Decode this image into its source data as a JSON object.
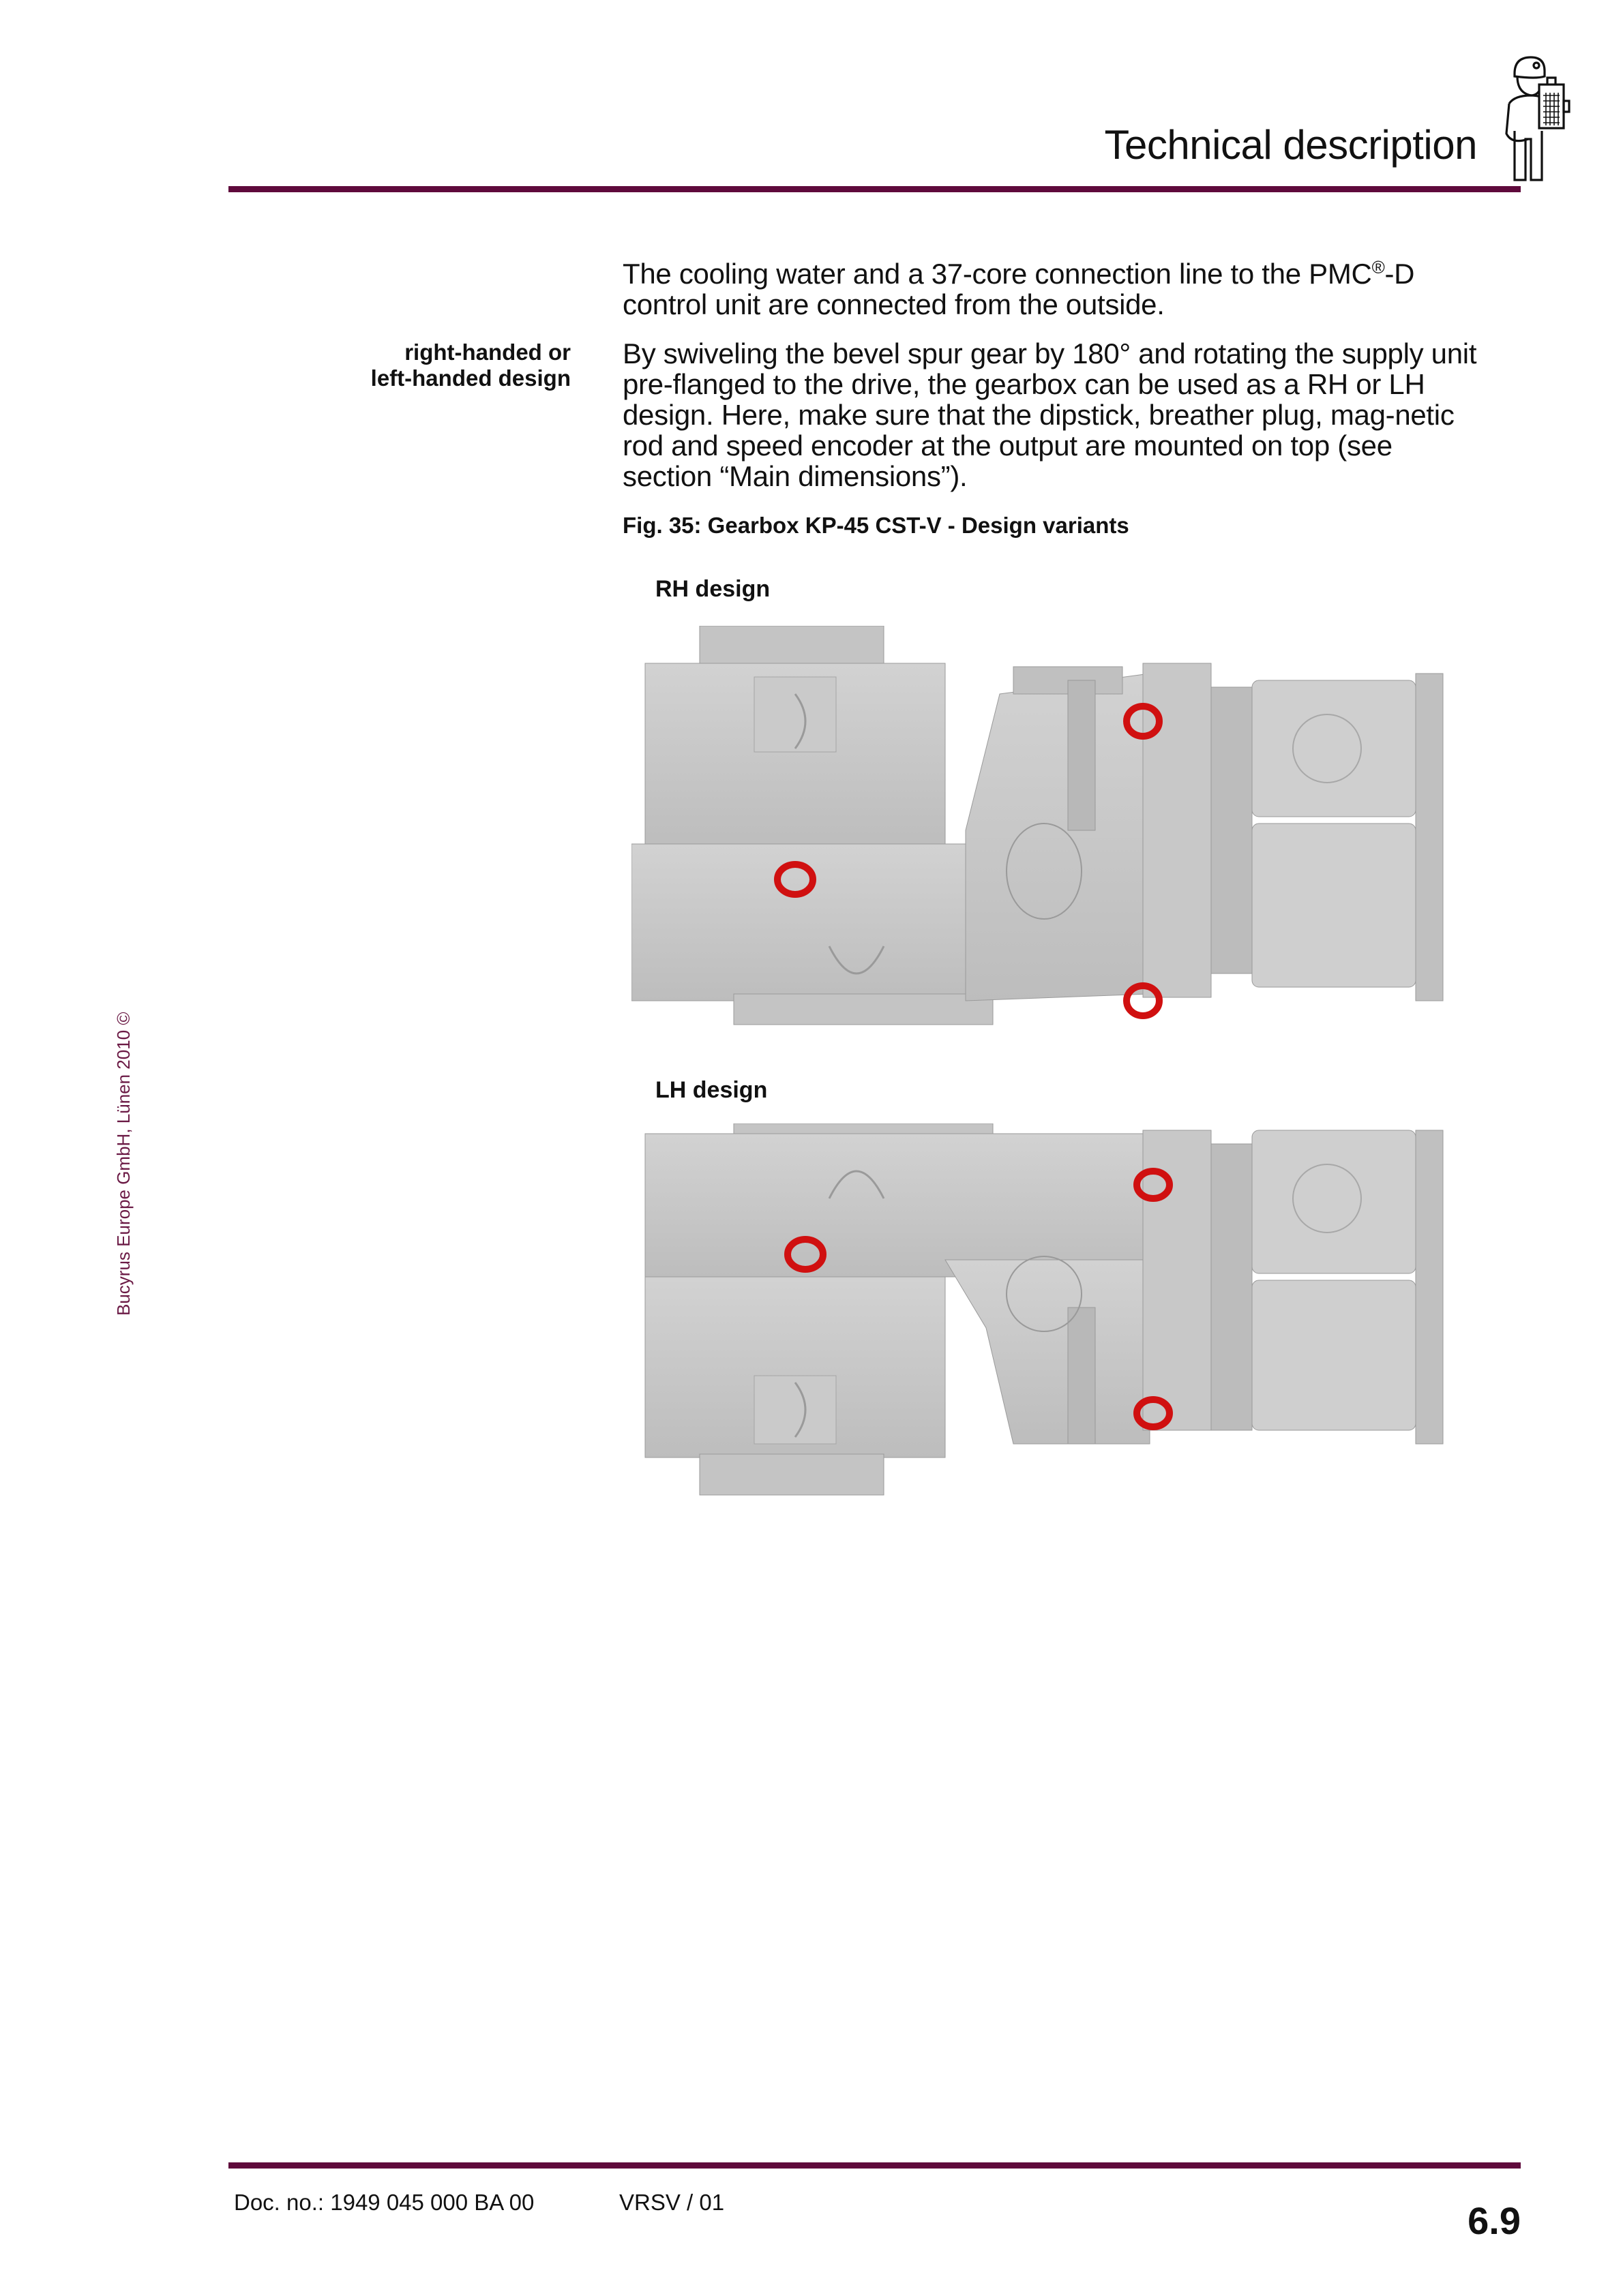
{
  "header": {
    "title": "Technical description",
    "icon": "technician-with-clipboard-icon"
  },
  "colors": {
    "rule": "#5f0a3c",
    "copyright": "#6b1a45",
    "lifting_eye": "#d01010",
    "gearbox_gray": "#c8c8c8"
  },
  "intro_paragraph": {
    "pre": "The cooling water and a 37-core connection line to the PMC",
    "sup": "®",
    "post": "-D control unit are connected from the outside."
  },
  "margin_note": {
    "line1": "right-handed or",
    "line2": "left-handed design"
  },
  "design_paragraph": "By swiveling the bevel spur gear by 180° and rotating the supply unit pre-flanged to the drive, the gearbox can be used as a RH or LH design. Here, make sure that the dipstick, breather plug, mag-netic rod and speed encoder at the output are mounted on top (see section “Main dimensions”).",
  "figure": {
    "caption": "Fig. 35:  Gearbox KP-45 CST-V - Design variants",
    "rh_label": "RH design",
    "lh_label": "LH design"
  },
  "copyright": "Bucyrus Europe GmbH, Lünen 2010 ©",
  "footer": {
    "doc_no": "Doc. no.: 1949 045 000 BA 00",
    "version": "VRSV / 01",
    "page": "6.9"
  }
}
